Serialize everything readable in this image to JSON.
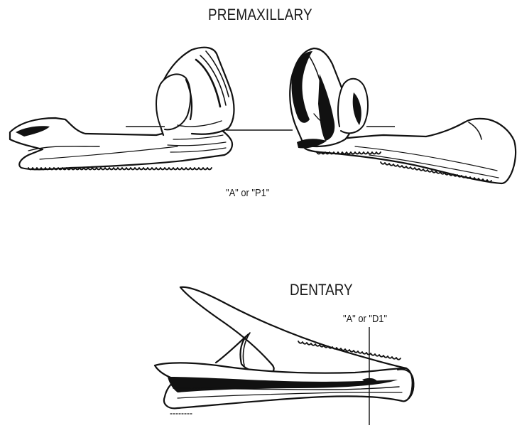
{
  "figure": {
    "premaxillary": {
      "title": "PREMAXILLARY",
      "landmark_label": "\"A\" or \"P1\""
    },
    "dentary": {
      "title": "DENTARY",
      "landmark_label": "\"A\" or \"D1\""
    }
  },
  "colors": {
    "ink": "#111111",
    "paper": "#ffffff"
  }
}
